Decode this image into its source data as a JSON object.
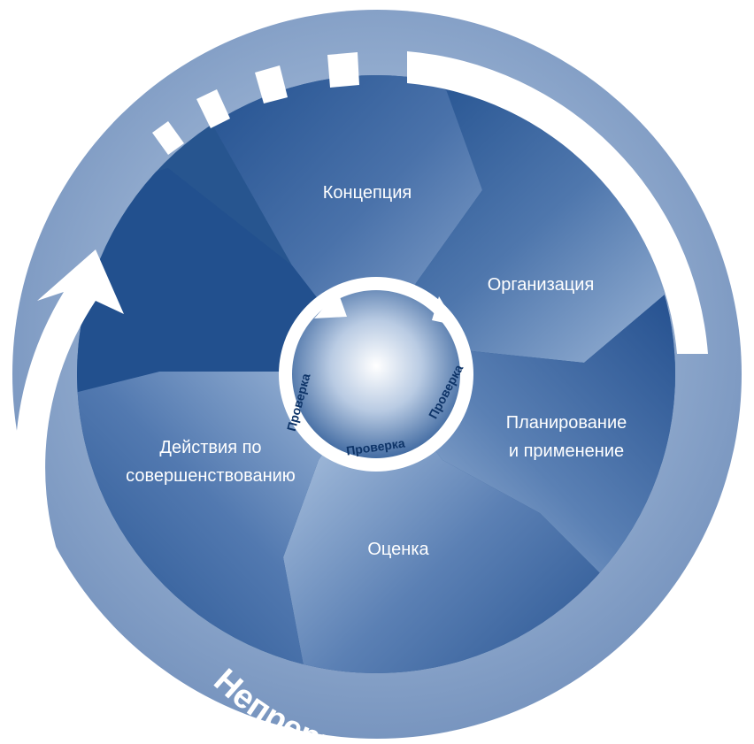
{
  "diagram": {
    "outer_ring_label": "Непрерывное совершенствование",
    "center_ring_label": "Проверка",
    "stages": [
      {
        "label": "Концепция"
      },
      {
        "label": "Организация"
      },
      {
        "label": "Планирование",
        "label_line2": "и применение"
      },
      {
        "label": "Оценка"
      },
      {
        "label": "Действия по",
        "label_line2": "совершенствованию"
      }
    ],
    "colors": {
      "outer_ring": "#7f9cc4",
      "disc_dark": "#1b4a8a",
      "disc_light": "#a9c0dd",
      "accent_white": "#ffffff",
      "center_text": "#0e3468"
    }
  }
}
